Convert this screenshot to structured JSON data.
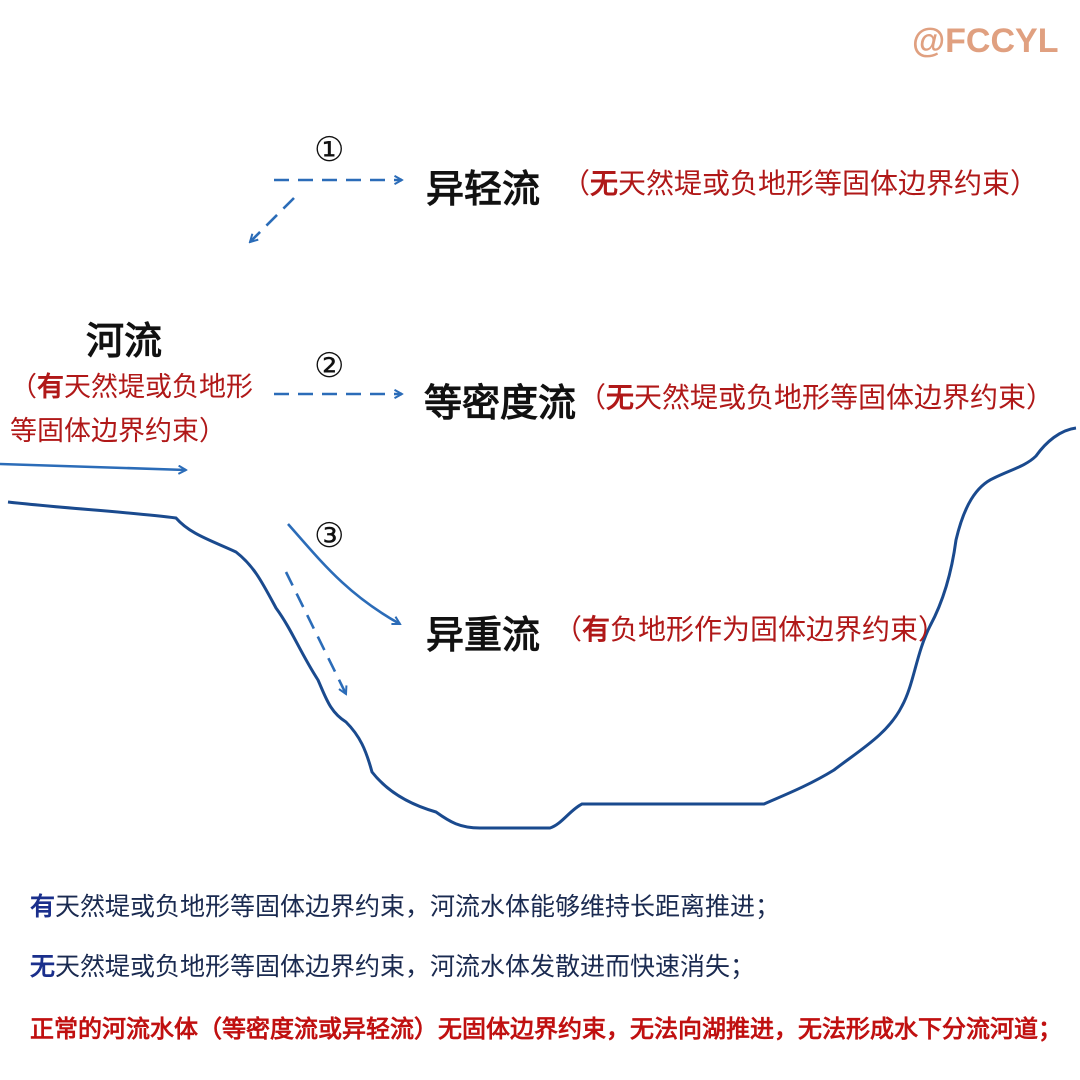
{
  "watermark": "@FCCYL",
  "river": {
    "title": "河流",
    "constraint_open": "（",
    "constraint_key": "有",
    "constraint_rest": "天然堤或负地形等固体边界约束）"
  },
  "flows": [
    {
      "number": "①",
      "name": "异轻流",
      "paren_open": "（",
      "key": "无",
      "rest": "天然堤或负地形等固体边界约束）"
    },
    {
      "number": "②",
      "name": "等密度流",
      "paren_open": "（",
      "key": "无",
      "rest": "天然堤或负地形等固体边界约束）"
    },
    {
      "number": "③",
      "name": "异重流",
      "paren_open": "（",
      "key": "有",
      "rest": "负地形作为固体边界约束）"
    }
  ],
  "notes": [
    {
      "lead": "有",
      "text": "天然堤或负地形等固体边界约束，河流水体能够维持长距离推进；"
    },
    {
      "lead": "无",
      "text": "天然堤或负地形等固体边界约束，河流水体发散进而快速消失；"
    },
    {
      "text": "正常的河流水体（等密度流或异轻流）无固体边界约束，无法向湖推进，无法形成水下分流河道；"
    }
  ],
  "colors": {
    "arrow": "#2b6cb8",
    "profile": "#1a4a8e",
    "constraint_text": "#b01818",
    "note_lead": "#1a2f8c",
    "warning_text": "#c01010"
  }
}
